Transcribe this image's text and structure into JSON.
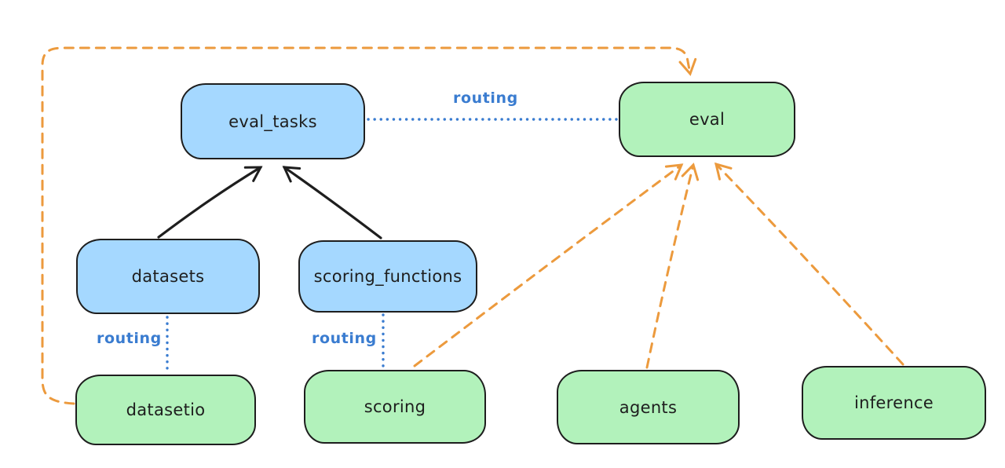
{
  "nodes": {
    "eval_tasks": {
      "label": "eval_tasks",
      "fill": "blue"
    },
    "eval": {
      "label": "eval",
      "fill": "green"
    },
    "datasets": {
      "label": "datasets",
      "fill": "blue"
    },
    "scoring_functions": {
      "label": "scoring_functions",
      "fill": "blue"
    },
    "datasetio": {
      "label": "datasetio",
      "fill": "green"
    },
    "scoring": {
      "label": "scoring",
      "fill": "green"
    },
    "agents": {
      "label": "agents",
      "fill": "green"
    },
    "inference": {
      "label": "inference",
      "fill": "green"
    }
  },
  "edge_labels": {
    "eval_tasks_eval": "routing",
    "datasets_datasetio": "routing",
    "scoring_functions_scoring": "routing"
  },
  "edges": [
    {
      "from": "datasets",
      "to": "eval_tasks",
      "style": "solid-arrow",
      "color": "black"
    },
    {
      "from": "scoring_functions",
      "to": "eval_tasks",
      "style": "solid-arrow",
      "color": "black"
    },
    {
      "from": "eval_tasks",
      "to": "eval",
      "style": "dotted-line",
      "color": "blue",
      "label": "routing"
    },
    {
      "from": "datasets",
      "to": "datasetio",
      "style": "dotted-line",
      "color": "blue",
      "label": "routing"
    },
    {
      "from": "scoring_functions",
      "to": "scoring",
      "style": "dotted-line",
      "color": "blue",
      "label": "routing"
    },
    {
      "from": "datasetio",
      "to": "eval",
      "style": "dashed-arrow",
      "color": "orange"
    },
    {
      "from": "scoring",
      "to": "eval",
      "style": "dashed-arrow",
      "color": "orange"
    },
    {
      "from": "agents",
      "to": "eval",
      "style": "dashed-arrow",
      "color": "orange"
    },
    {
      "from": "inference",
      "to": "eval",
      "style": "dashed-arrow",
      "color": "orange"
    }
  ],
  "colors": {
    "background": "#ffffff",
    "stroke": "#1e1e1e",
    "blue_fill": "#a5d8ff",
    "green_fill": "#b2f2bb",
    "orange": "#ec9a3d",
    "routing_blue": "#3a7cd0"
  }
}
